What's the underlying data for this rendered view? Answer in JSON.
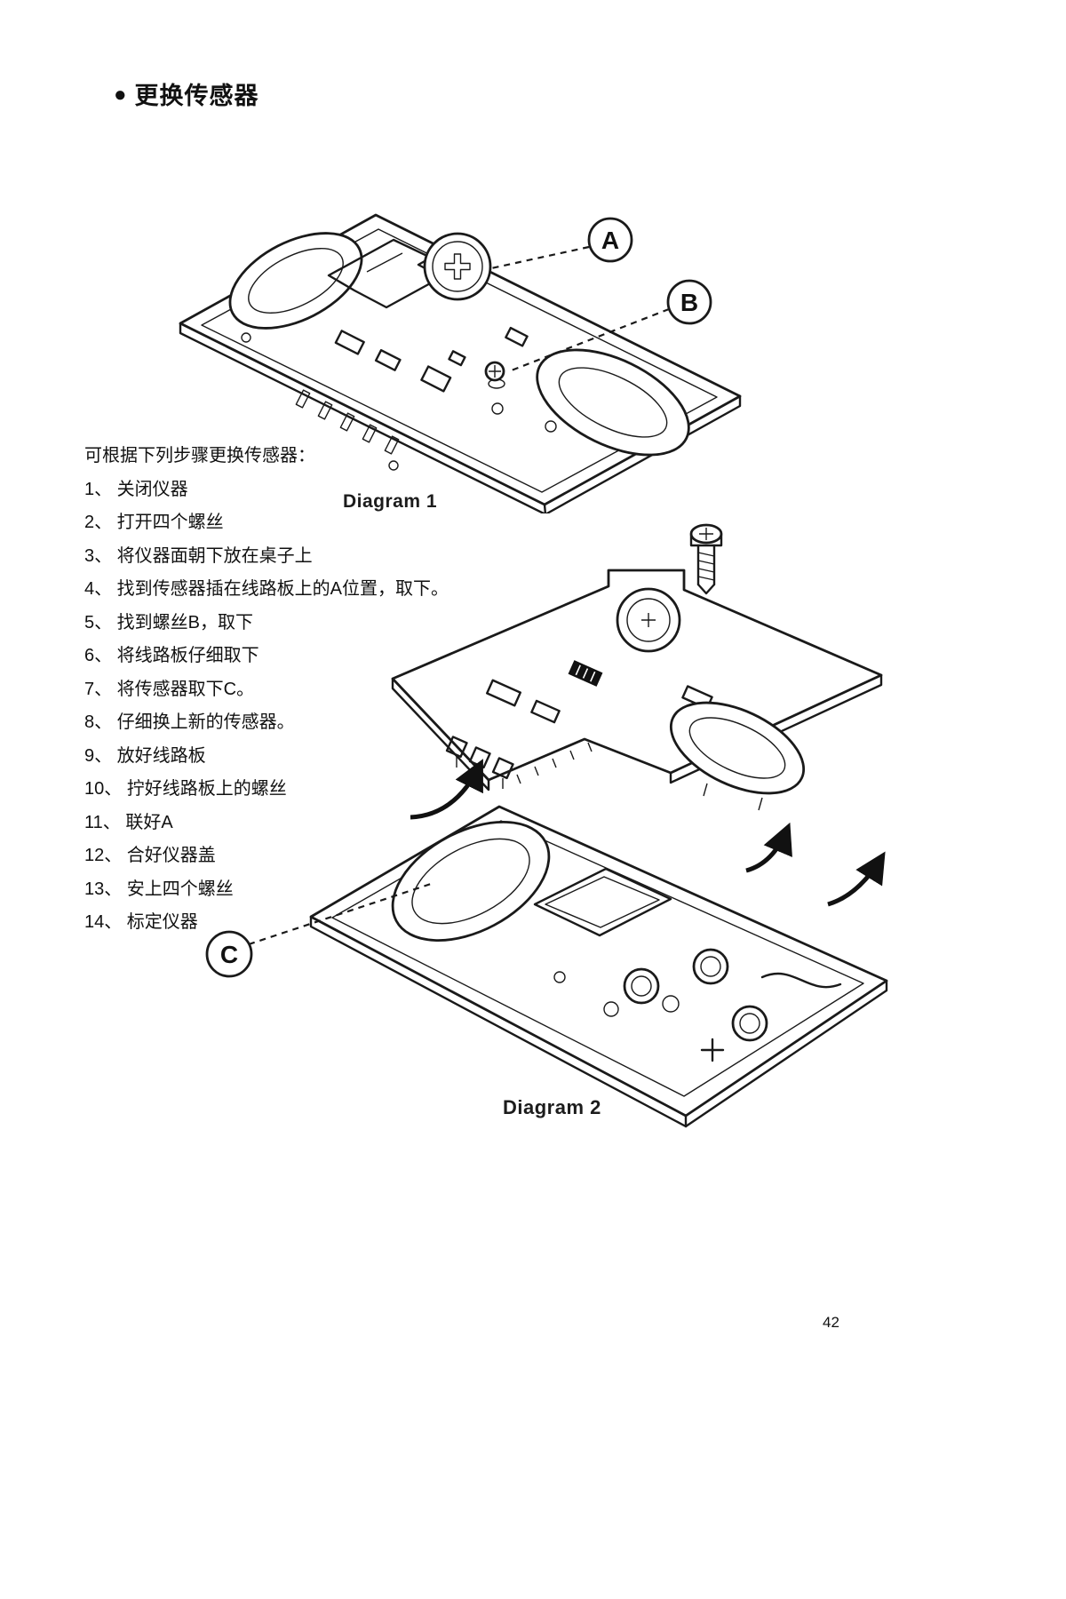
{
  "page": {
    "bullet": "●",
    "title": "更换传感器",
    "page_number": "42"
  },
  "instructions": {
    "intro": "可根据下列步骤更换传感器：",
    "steps": [
      "1、 关闭仪器",
      "2、 打开四个螺丝",
      "3、 将仪器面朝下放在桌子上",
      "4、 找到传感器插在线路板上的A位置，取下。",
      "5、 找到螺丝B，取下",
      "6、 将线路板仔细取下",
      "7、 将传感器取下C。",
      "8、 仔细换上新的传感器。",
      "9、 放好线路板",
      "10、 拧好线路板上的螺丝",
      "11、 联好A",
      "12、 合好仪器盖",
      "13、 安上四个螺丝",
      "14、 标定仪器"
    ]
  },
  "diagram1": {
    "caption": "Diagram 1",
    "callout_a": "A",
    "callout_b": "B"
  },
  "diagram2": {
    "caption": "Diagram 2",
    "callout_c": "C"
  }
}
